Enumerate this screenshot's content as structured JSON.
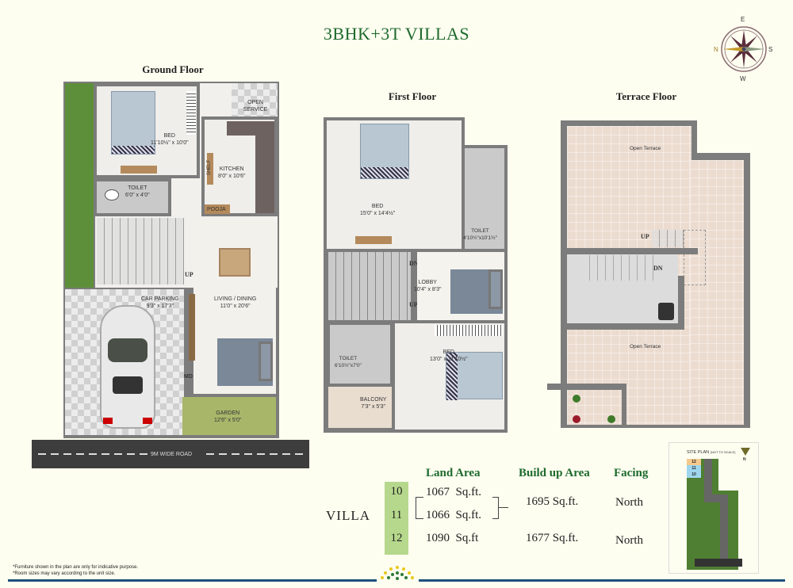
{
  "title": "3BHK+3T VILLAS",
  "compass": {
    "north": "N",
    "south": "S",
    "east": "E",
    "west": "W"
  },
  "ground_floor": {
    "title": "Ground Floor",
    "open_service": "OPEN SERVICE",
    "bed": {
      "name": "BED",
      "size": "11'10½\" x 10'0\""
    },
    "kitchen": {
      "name": "KITCHEN",
      "size": "8'0\" x 10'6\""
    },
    "shelf": "SHELF",
    "pooja": "POOJA",
    "toilet": {
      "name": "TOILET",
      "size": "6'0\" x 4'0\""
    },
    "up": "UP",
    "car_parking": {
      "name": "CAR PARKING",
      "size": "9'3\" x 17'3\""
    },
    "living": {
      "name": "LIVING / DINING",
      "size": "11'0\" x 20'6\""
    },
    "md": "MD",
    "garden": {
      "name": "GARDEN",
      "size": "12'6\" x 5'0\""
    },
    "road": "9M WIDE ROAD"
  },
  "first_floor": {
    "title": "First Floor",
    "bed1": {
      "name": "BED",
      "size": "15'0\" x 14'4½\""
    },
    "toilet1": {
      "name": "TOILET",
      "size": "4'10½\"x10'1½\""
    },
    "dn": "DN",
    "up": "UP",
    "lobby": {
      "name": "LOBBY",
      "size": "10'4\" x 8'3\""
    },
    "toilet2": {
      "name": "TOILET",
      "size": "6'10½\"x7'0\""
    },
    "bed2": {
      "name": "BED",
      "size": "13'0\" x 11'10½\""
    },
    "balcony": {
      "name": "BALCONY",
      "size": "7'3\" x 5'3\""
    }
  },
  "terrace_floor": {
    "title": "Terrace Floor",
    "open_terrace_top": "Open Terrace",
    "open_terrace_bottom": "Open Terrace",
    "up": "UP",
    "dn": "DN"
  },
  "area_table": {
    "villa_label": "VILLA",
    "headers": {
      "land": "Land Area",
      "build": "Build up Area",
      "facing": "Facing"
    },
    "rows": [
      {
        "villa": "10",
        "land": "1067  Sq.ft."
      },
      {
        "villa": "11",
        "land": "1066  Sq.ft."
      },
      {
        "villa": "12",
        "land": "1090  Sq.ft"
      }
    ],
    "build_10_11": "1695 Sq.ft.",
    "facing_10_11": "North",
    "build_12": "1677 Sq.ft.",
    "facing_12": "North"
  },
  "site_plan": {
    "title": "SITE PLAN",
    "note": "(NOT TO SCALE)",
    "north": "N",
    "plots": [
      "12",
      "11",
      "10"
    ],
    "colors": {
      "plot12": "#f5c98d",
      "plot10_11": "#9fd6ee",
      "green": "#4f7f32"
    }
  },
  "footnotes": [
    "*Furniture shown in the plan are only for indicative purpose.",
    "*Room sizes may vary according to the unit size."
  ],
  "colors": {
    "brand_green": "#1d6a2c",
    "wall": "#7c7c7c",
    "accent_blue": "#1f4f7a",
    "villa_number_bg": "#b6d88c"
  }
}
